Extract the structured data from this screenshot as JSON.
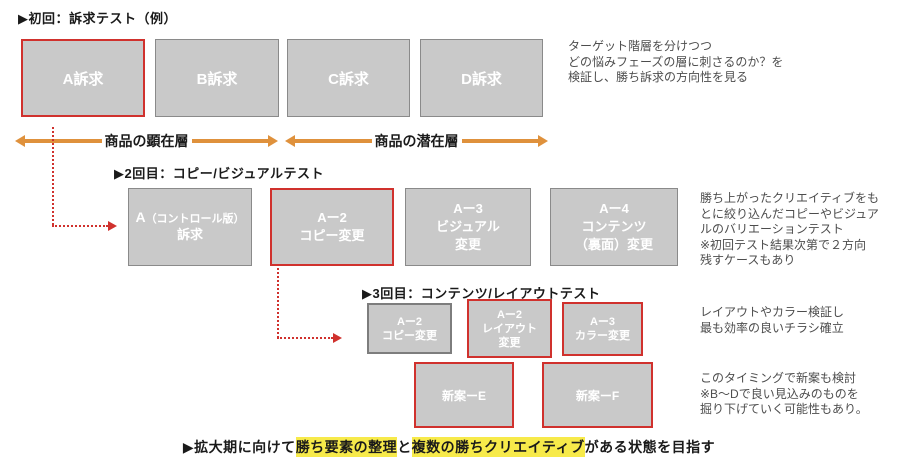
{
  "colors": {
    "box_fill": "#c9c9c9",
    "box_border_gray": "#8a8a8a",
    "accent_red": "#d0312d",
    "arrow_orange": "#df913c",
    "note_text": "#4d4d4d",
    "highlight_yellow": "#f7ea4a"
  },
  "phase1": {
    "heading": "▶初回：訴求テスト（例）",
    "boxes": [
      {
        "label": "A訴求"
      },
      {
        "label": "B訴求"
      },
      {
        "label": "C訴求"
      },
      {
        "label": "D訴求"
      }
    ],
    "note": [
      "ターゲット階層を分けつつ",
      "どの悩みフェーズの層に刺さるのか？を",
      "検証し、勝ち訴求の方向性を見る"
    ]
  },
  "market_axis": {
    "left_label": "商品の顕在層",
    "right_label": "商品の潜在層"
  },
  "phase2": {
    "heading": "▶2回目：コピー/ビジュアルテスト",
    "boxes": {
      "control": {
        "line1_a": "A",
        "line1_sub": "（コントロール版）",
        "line2": "訴求"
      },
      "a2": {
        "line1": "Aー2",
        "line2": "コピー変更"
      },
      "a3": {
        "line1": "Aー3",
        "line2": "ビジュアル",
        "line3": "変更"
      },
      "a4": {
        "line1": "Aー4",
        "line2": "コンテンツ",
        "line3": "（裏面）変更"
      }
    },
    "note": [
      "勝ち上がったクリエイティブをも",
      "とに絞り込んだコピーやビジュア",
      "ルのバリエーションテスト",
      "※初回テスト結果次第で２方向",
      "残すケースもあり"
    ]
  },
  "phase3": {
    "heading": "▶3回目：コンテンツ/レイアウトテスト",
    "boxes": {
      "a2copy": {
        "line1": "Aー2",
        "line2": "コピー変更"
      },
      "a2layout": {
        "line1": "Aー2",
        "line2": "レイアウト",
        "line3": "変更"
      },
      "a3color": {
        "line1": "Aー3",
        "line2": "カラー変更"
      }
    },
    "note": [
      "レイアウトやカラー検証し",
      "最も効率の良いチラシ確立"
    ]
  },
  "phase4": {
    "boxes": {
      "newE": {
        "label": "新案ーE"
      },
      "newF": {
        "label": "新案ーF"
      }
    },
    "note": [
      "このタイミングで新案も検討",
      "※B〜Dで良い見込みのものを",
      "掘り下げていく可能性もあり。"
    ]
  },
  "footer": {
    "prefix": "▶拡大期に向けて",
    "highlight1": "勝ち要素の整理",
    "conjunction": "と",
    "highlight2": "複数の勝ちクリエイティブ",
    "suffix": "がある状態を目指す"
  }
}
